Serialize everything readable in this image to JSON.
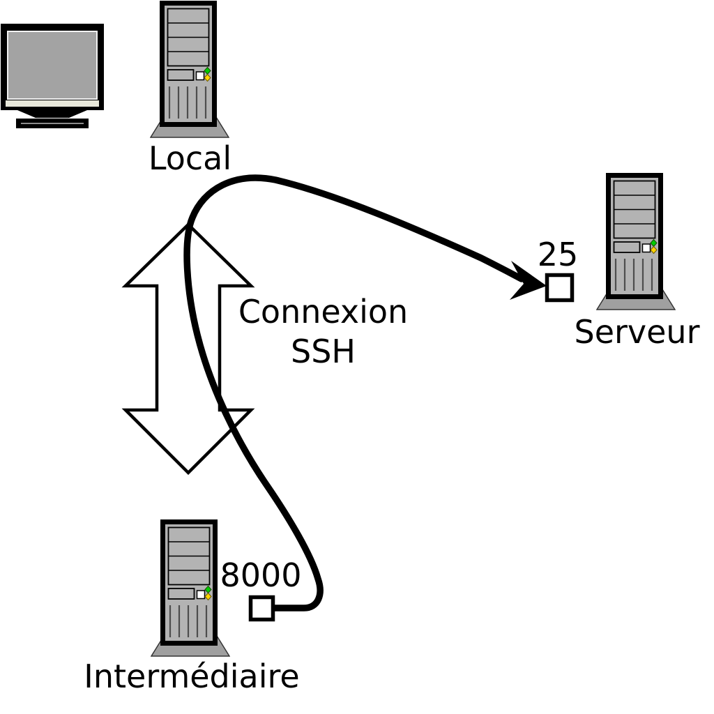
{
  "labels": {
    "local": "Local",
    "serveur": "Serveur",
    "intermediaire": "Intermédiaire",
    "port_serveur": "25",
    "port_intermediaire": "8000",
    "connection_line1": "Connexion",
    "connection_line2": "SSH"
  },
  "icons": {
    "monitor": "crt-monitor-icon",
    "local_machine": "tower-computer-icon",
    "server_machine": "tower-computer-icon",
    "intermediate_machine": "tower-computer-icon",
    "double_arrow": "double-headed-arrow-icon",
    "tunnel": "tunnel-curve-arrow-icon"
  },
  "colors": {
    "line": "#000000",
    "arrow_fill": "#ffffff",
    "tower_body": "#b3b3b3",
    "tower_base": "#a0a0a0",
    "monitor_screen": "#a3a3a3",
    "monitor_strip": "#e8e8da",
    "led_green": "#00cc00",
    "led_yellow": "#ffd500",
    "port_fill": "#ffffff"
  }
}
